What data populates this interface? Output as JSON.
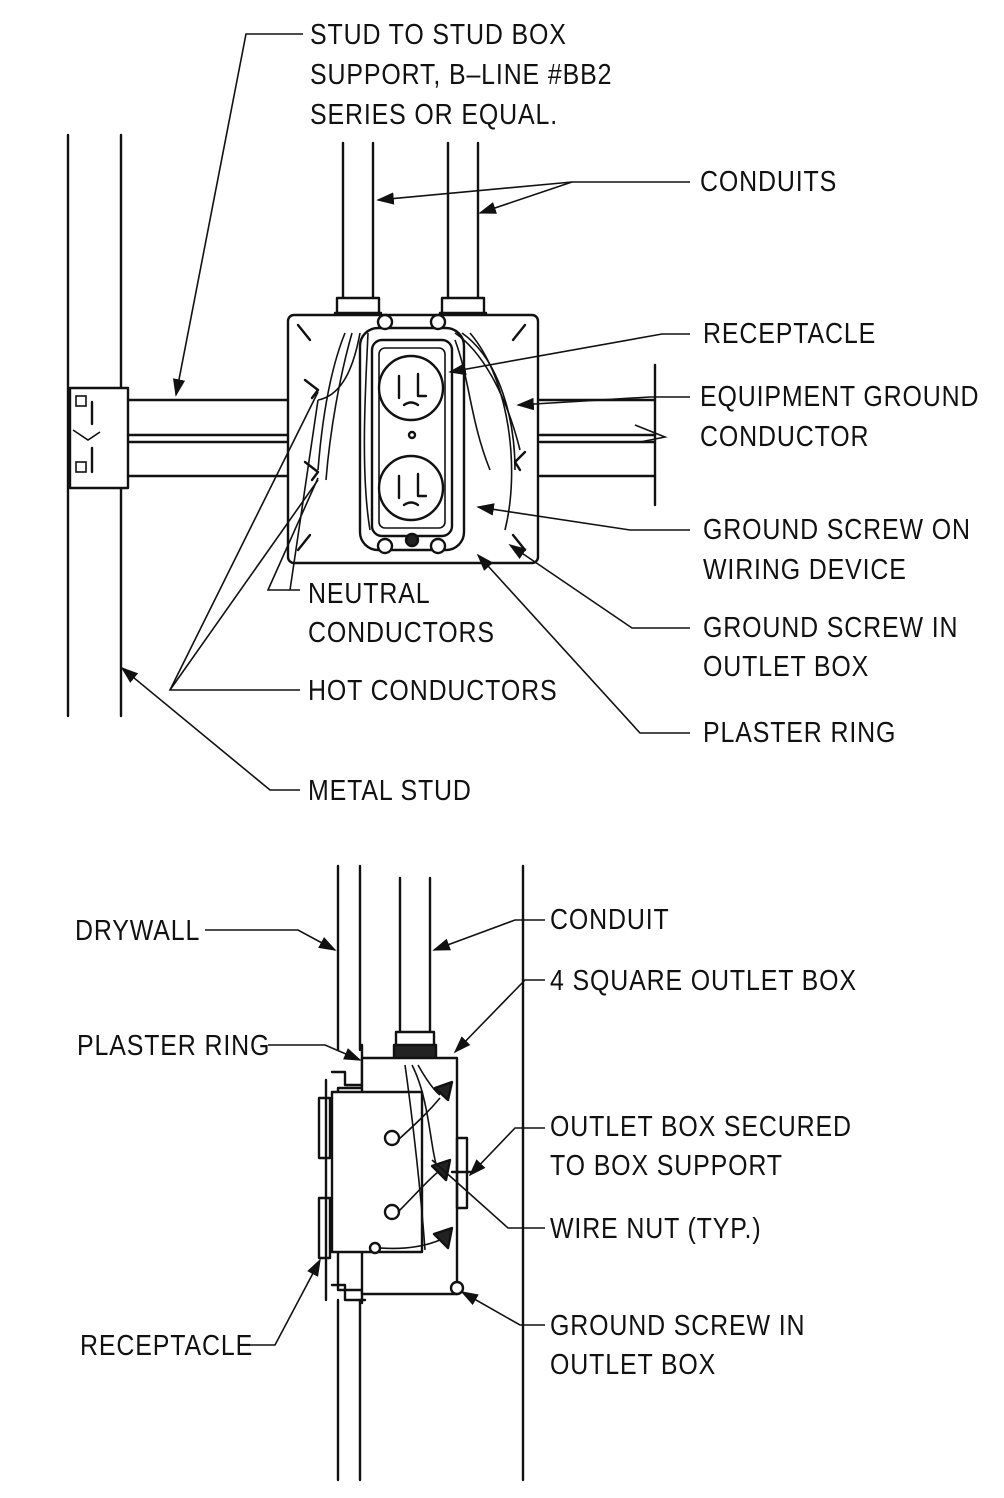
{
  "plan_view": {
    "labels": {
      "box_support": [
        "STUD TO STUD BOX",
        "SUPPORT, B–LINE #BB2",
        "SERIES OR EQUAL."
      ],
      "conduits": "CONDUITS",
      "receptacle": "RECEPTACLE",
      "equipment_ground": [
        "EQUIPMENT GROUND",
        "CONDUCTOR"
      ],
      "ground_screw_device": [
        "GROUND SCREW ON",
        "WIRING DEVICE"
      ],
      "ground_screw_box": [
        "GROUND SCREW IN",
        "OUTLET BOX"
      ],
      "plaster_ring": "PLASTER RING",
      "neutral_conductors": [
        "NEUTRAL",
        "CONDUCTORS"
      ],
      "hot_conductors": "HOT CONDUCTORS",
      "metal_stud": "METAL STUD"
    }
  },
  "section_view": {
    "labels": {
      "drywall": "DRYWALL",
      "conduit": "CONDUIT",
      "outlet_box": "4 SQUARE OUTLET BOX",
      "plaster_ring": "PLASTER RING",
      "box_secured": [
        "OUTLET BOX SECURED",
        "TO BOX SUPPORT"
      ],
      "wire_nut": "WIRE NUT (TYP.)",
      "receptacle": "RECEPTACLE",
      "ground_screw_box": [
        "GROUND SCREW IN",
        "OUTLET BOX"
      ]
    }
  }
}
